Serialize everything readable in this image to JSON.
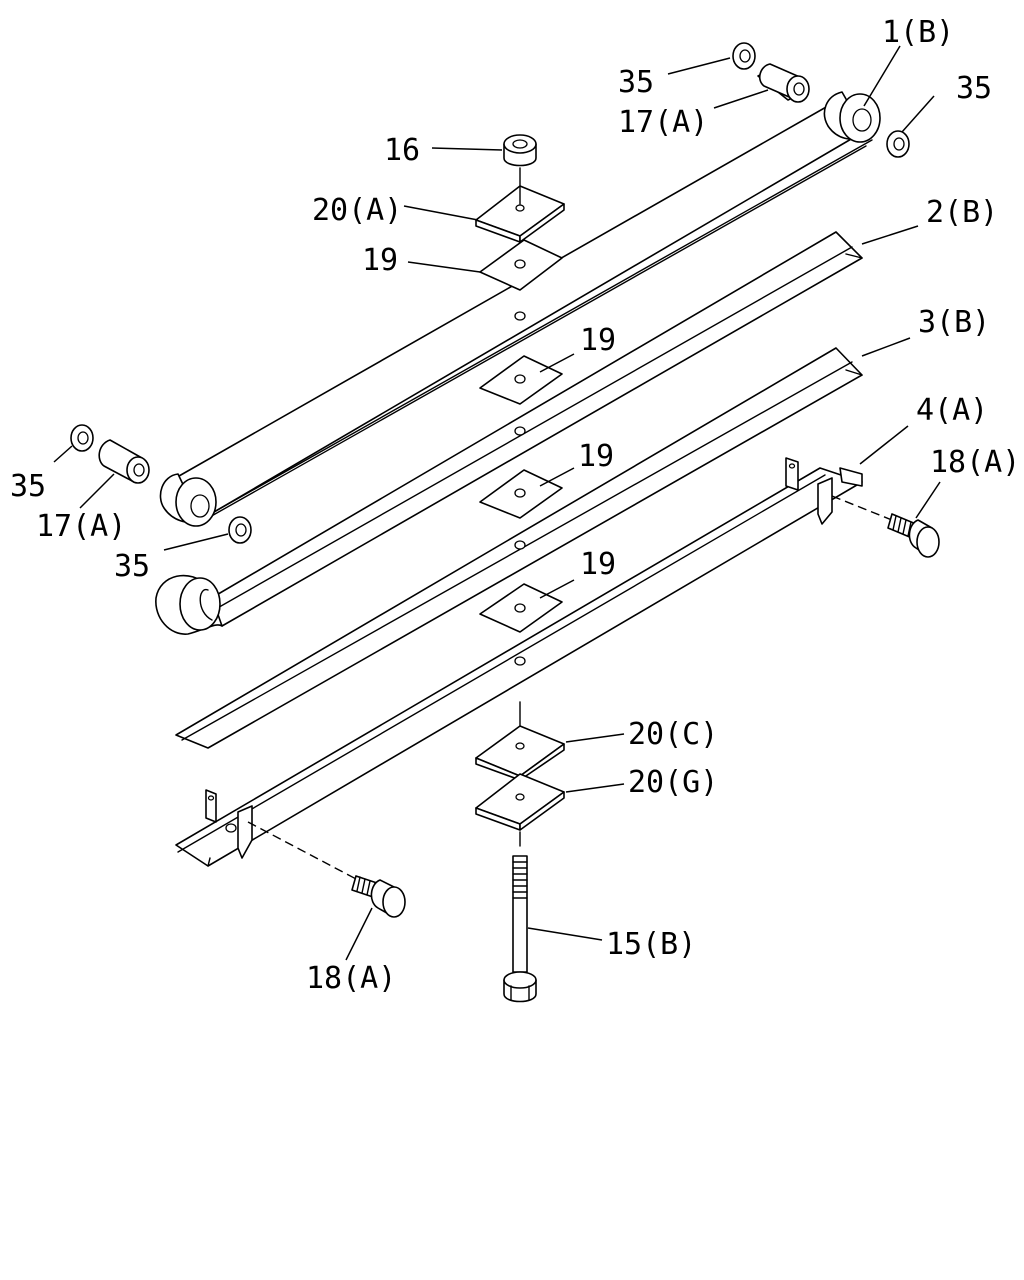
{
  "diagram": {
    "background": "#ffffff",
    "line_color": "#000000",
    "callouts": {
      "c_1b": "1(B)",
      "c_2b": "2(B)",
      "c_3b": "3(B)",
      "c_4a": "4(A)",
      "c_15b": "15(B)",
      "c_16": "16",
      "c_17a_top": "17(A)",
      "c_17a_left": "17(A)",
      "c_18a_right": "18(A)",
      "c_18a_bottom": "18(A)",
      "c_19_top": "19",
      "c_19_2": "19",
      "c_19_3": "19",
      "c_19_4": "19",
      "c_20a": "20(A)",
      "c_20c": "20(C)",
      "c_20g": "20(G)",
      "c_35_top": "35",
      "c_35_right": "35",
      "c_35_left": "35",
      "c_35_lower": "35"
    }
  }
}
